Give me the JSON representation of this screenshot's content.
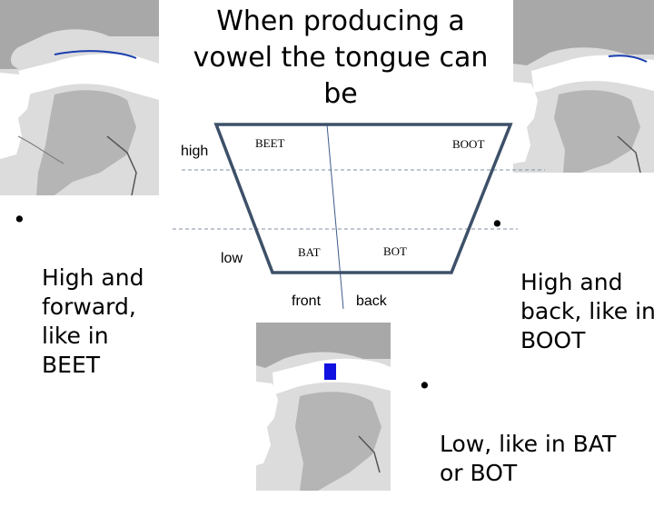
{
  "title": "When producing a vowel the tongue can be",
  "bullets": {
    "left": "High and\nforward,\nlike in\nBEET",
    "right": "High and\nback, like in\nBOOT",
    "low": "Low, like in BAT\nor BOT",
    "marker": "•"
  },
  "chart": {
    "vowels": {
      "beet": "BEET",
      "boot": "BOOT",
      "bat": "BAT",
      "bot": "BOT"
    },
    "axis_labels": {
      "high": "high",
      "low": "low",
      "front": "front",
      "back": "back"
    }
  },
  "colors": {
    "trapezoid": "#3d5068",
    "guide_lines": "#7f8fa3",
    "tongue_mark": "#1010e0",
    "anatomy": "#9a9a9a"
  }
}
